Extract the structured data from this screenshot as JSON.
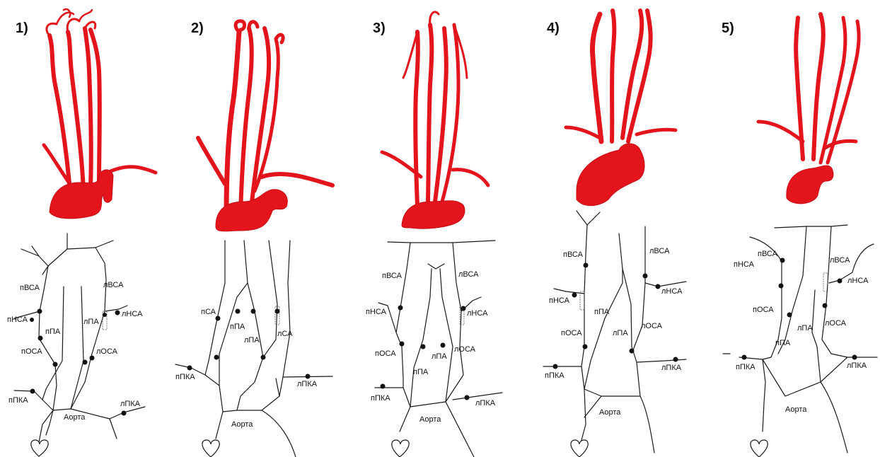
{
  "colors": {
    "vessel": "#e3141b",
    "schema_line": "#1a1a1a"
  },
  "panels": [
    {
      "number": "1)",
      "labels": [
        "пВСА",
        "лВСА",
        "пНСА",
        "лНСА",
        "пПА",
        "лПА",
        "пОСА",
        "лОСА",
        "пПКА",
        "лПКА",
        "Аорта"
      ]
    },
    {
      "number": "2)",
      "labels": [
        "пСА",
        "пПА",
        "лПА",
        "лСА",
        "пПКА",
        "лПКА",
        "Аорта"
      ]
    },
    {
      "number": "3)",
      "labels": [
        "пВСА",
        "лВСА",
        "пНСА",
        "лНСА",
        "пОСА",
        "лОСА",
        "пПА",
        "лПА",
        "пПКА",
        "лПКА",
        "Аорта"
      ]
    },
    {
      "number": "4)",
      "labels": [
        "пВСА",
        "лВСА",
        "пНСА",
        "лНСА",
        "пПА",
        "пОСА",
        "лПА",
        "лОСА",
        "пПКА",
        "лПКА",
        "Аорта"
      ]
    },
    {
      "number": "5)",
      "labels": [
        "пВСА",
        "лВСА",
        "пНСА",
        "лНСА",
        "пОСА",
        "лОСА",
        "лПА",
        "пПА",
        "пПКА",
        "лПКА",
        "Аорта"
      ],
      "extra_mark": "–"
    }
  ]
}
